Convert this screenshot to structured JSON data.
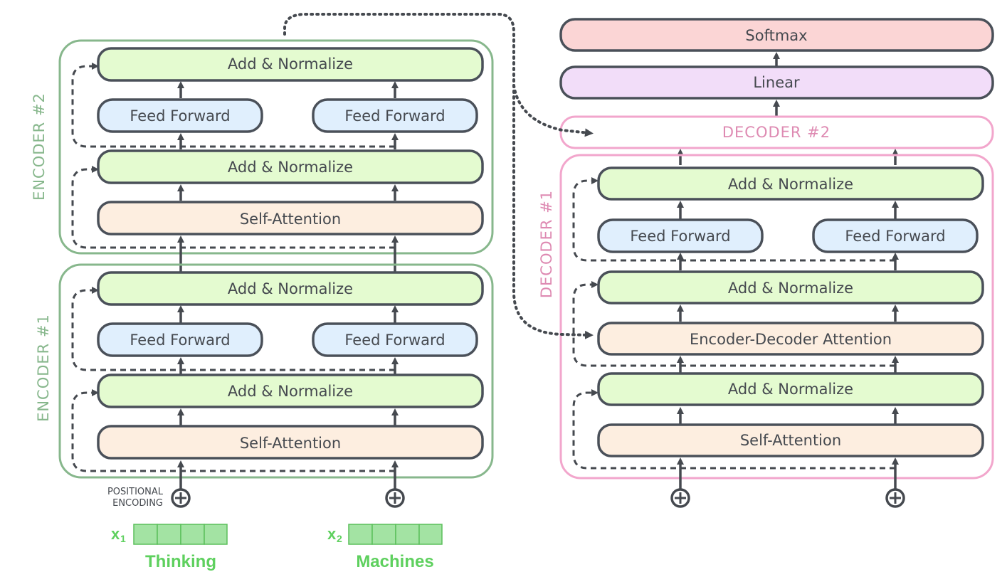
{
  "encoder": {
    "stack_label_2": "ENCODER #2",
    "stack_label_1": "ENCODER #1",
    "add_normalize": "Add & Normalize",
    "feed_forward": "Feed Forward",
    "self_attention": "Self-Attention"
  },
  "decoder": {
    "softmax": "Softmax",
    "linear": "Linear",
    "stack_label_2": "DECODER #2",
    "stack_label_1": "DECODER #1",
    "add_normalize": "Add & Normalize",
    "feed_forward": "Feed Forward",
    "enc_dec_attention": "Encoder-Decoder Attention",
    "self_attention": "Self-Attention"
  },
  "inputs": {
    "positional_line1": "POSITIONAL",
    "positional_line2": "ENCODING",
    "tokens": [
      {
        "x": "x",
        "sub": "1",
        "word": "Thinking"
      },
      {
        "x": "x",
        "sub": "2",
        "word": "Machines"
      }
    ]
  },
  "colors": {
    "encoder_frame": "#87b78c",
    "decoder_frame": "#f2a6cc",
    "add_normalize": "#e4fbd0",
    "feed_forward": "#e0effd",
    "attention": "#fdeee0",
    "softmax": "#fbd5d5",
    "linear": "#f2ddf9",
    "word_green": "#5ed05e"
  }
}
